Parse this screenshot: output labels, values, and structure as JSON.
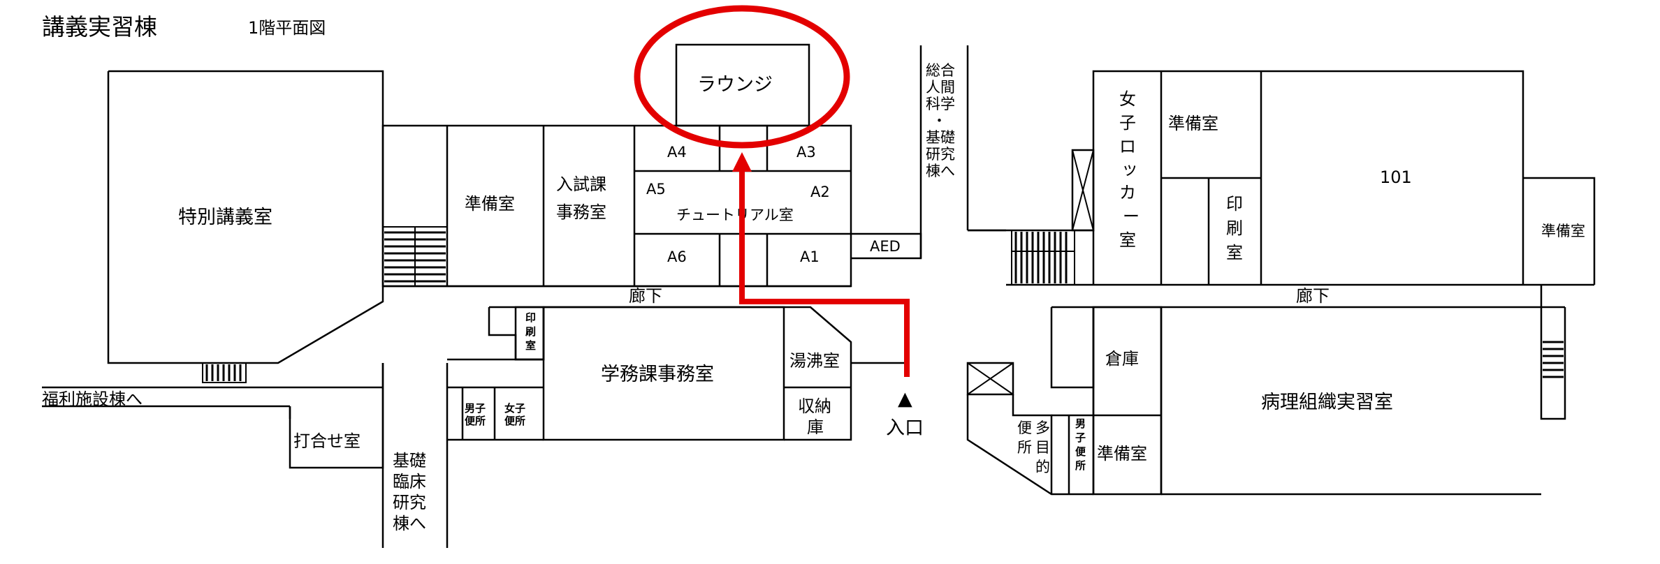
{
  "header": {
    "title": "講義実習棟",
    "floor": "1階平面図"
  },
  "rooms": {
    "special_lecture": "特別講義室",
    "prep_left": "準備室",
    "admissions_1": "入試課",
    "admissions_2": "事務室",
    "lounge": "ラウンジ",
    "a1": "A1",
    "a2": "A2",
    "a3": "A3",
    "a4": "A4",
    "a5": "A5",
    "a6": "A6",
    "tutorial": "チュートリアル室",
    "aed": "AED",
    "corridor_left": "廊下",
    "corridor_right": "廊下",
    "print_small": [
      "印",
      "刷",
      "室"
    ],
    "academic_affairs": "学務課事務室",
    "kettle": "湯沸室",
    "storage_1": "収納",
    "storage_2": "庫",
    "mens_wc": [
      "男子",
      "便所"
    ],
    "womens_wc": [
      "女子",
      "便所"
    ],
    "meeting": "打合せ室",
    "welfare": "福利施設棟へ",
    "basic_clinical": [
      "基礎",
      "臨床",
      "研究",
      "棟へ"
    ],
    "entrance": "入口",
    "entrance_mark": "▲",
    "integrated": [
      "総合",
      "人間",
      "科学",
      "・",
      "基礎",
      "研究",
      "棟へ"
    ],
    "womens_locker": [
      "女",
      "子",
      "ロ",
      "ッ",
      "カ",
      "ー",
      "室"
    ],
    "prep_top_right": "準備室",
    "print_right": [
      "印",
      "刷",
      "室"
    ],
    "room_101": "101",
    "prep_far_right": "準備室",
    "warehouse": "倉庫",
    "prep_bottom_right": "準備室",
    "pathology": "病理組織実習室",
    "multi_wc_col1": [
      "便",
      "所"
    ],
    "multi_wc_col2": [
      "多",
      "目",
      "的"
    ],
    "mens_wc_right": [
      "男",
      "子",
      "便",
      "所"
    ]
  },
  "colors": {
    "highlight": "#e30000",
    "line": "#000000"
  }
}
